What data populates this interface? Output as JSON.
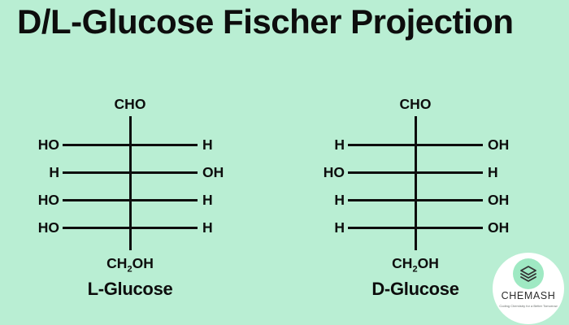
{
  "title": "D/L-Glucose Fischer Projection",
  "colors": {
    "background": "#b9eed3",
    "ink": "#0d0d0d",
    "logo_circle": "#ffffff",
    "logo_icon_background": "#9fe9c3",
    "logo_icon_stroke": "#333333"
  },
  "molecules": [
    {
      "name": "L-Glucose",
      "top": "CHO",
      "bottom": {
        "pre": "CH",
        "sub": "2",
        "post": "OH"
      },
      "rows": [
        {
          "left": "HO",
          "right": "H"
        },
        {
          "left": "H",
          "right": "OH"
        },
        {
          "left": "HO",
          "right": "H"
        },
        {
          "left": "HO",
          "right": "H"
        }
      ]
    },
    {
      "name": "D-Glucose",
      "top": "CHO",
      "bottom": {
        "pre": "CH",
        "sub": "2",
        "post": "OH"
      },
      "rows": [
        {
          "left": "H",
          "right": "OH"
        },
        {
          "left": "HO",
          "right": "H"
        },
        {
          "left": "H",
          "right": "OH"
        },
        {
          "left": "H",
          "right": "OH"
        }
      ]
    }
  ],
  "logo": {
    "brand": "CHEMASH",
    "tagline": "Coding Chemistry for a Better Tomorrow",
    "icon": "layers-icon"
  }
}
